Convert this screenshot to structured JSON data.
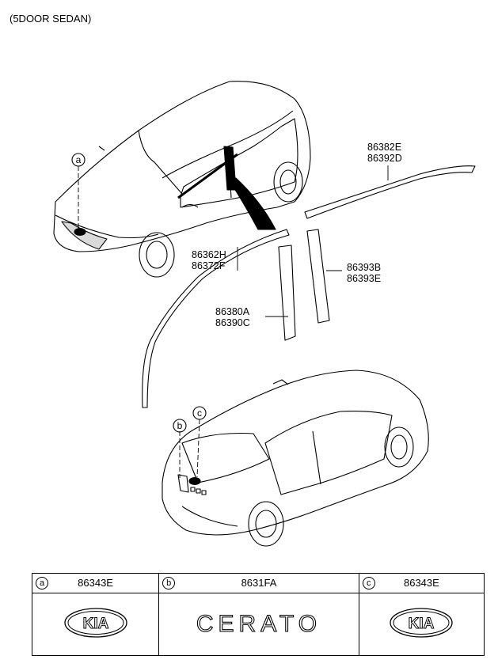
{
  "header": {
    "title": "(5DOOR SEDAN)"
  },
  "callouts": {
    "parts": [
      [
        "86382E",
        "86392D"
      ],
      [
        "86362H",
        "86372F"
      ],
      [
        "86393B",
        "86393E"
      ],
      [
        "86380A",
        "86390C"
      ]
    ],
    "markers": [
      "a",
      "b",
      "c"
    ]
  },
  "table": {
    "cells": [
      {
        "marker": "a",
        "part": "86343E",
        "emblem": "KIA"
      },
      {
        "marker": "b",
        "part": "8631FA",
        "emblem": "CERATO"
      },
      {
        "marker": "c",
        "part": "86343E",
        "emblem": "KIA"
      }
    ]
  }
}
